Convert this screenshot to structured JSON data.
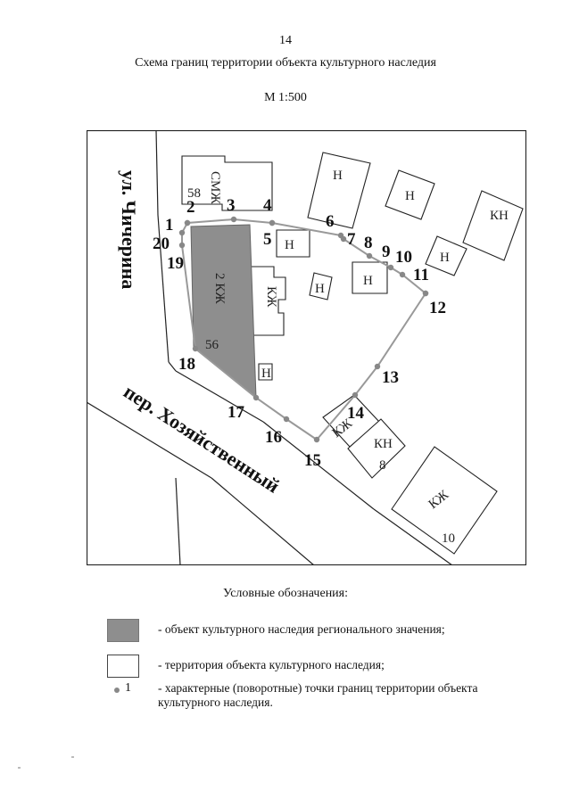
{
  "page_number": "14",
  "title": "Схема границ территории объекта культурного наследия",
  "scale": "М 1:500",
  "streets": {
    "chicherina": "ул. Чичерина",
    "khozyaystvenny": "пер. Хозяйственный"
  },
  "buildings": {
    "smzh": "СМЖ",
    "smzh_number": "58",
    "n1": "Н",
    "n2": "Н",
    "kn1": "КН",
    "n3": "Н",
    "n4": "Н",
    "n5": "Н",
    "n6": "Н",
    "kzh_mid": "КЖ",
    "n_small": "Н",
    "heritage": "2 КЖ",
    "heritage_number": "56",
    "kzh_small": "КЖ",
    "kn_8": "КН",
    "kn_8_number": "8",
    "kzh_10": "КЖ",
    "kzh_10_number": "10"
  },
  "points": [
    {
      "label": "1"
    },
    {
      "label": "2"
    },
    {
      "label": "3"
    },
    {
      "label": "4"
    },
    {
      "label": "5"
    },
    {
      "label": "6"
    },
    {
      "label": "7"
    },
    {
      "label": "8"
    },
    {
      "label": "9"
    },
    {
      "label": "10"
    },
    {
      "label": "11"
    },
    {
      "label": "12"
    },
    {
      "label": "13"
    },
    {
      "label": "14"
    },
    {
      "label": "15"
    },
    {
      "label": "16"
    },
    {
      "label": "17"
    },
    {
      "label": "18"
    },
    {
      "label": "19"
    },
    {
      "label": "20"
    }
  ],
  "legend": {
    "heading": "Условные обозначения:",
    "heritage_object": "- объект культурного наследия регионального значения;",
    "territory": "- территория объекта культурного наследия;",
    "points_label": "1",
    "points_text_line1": "- характерные (поворотные) точки границ территории объекта",
    "points_text_line2": "культурного наследия."
  },
  "colors": {
    "heritage_fill": "#8e8e8e",
    "point_marker": "#888888",
    "boundary_line": "#999999",
    "linework": "#222222"
  }
}
